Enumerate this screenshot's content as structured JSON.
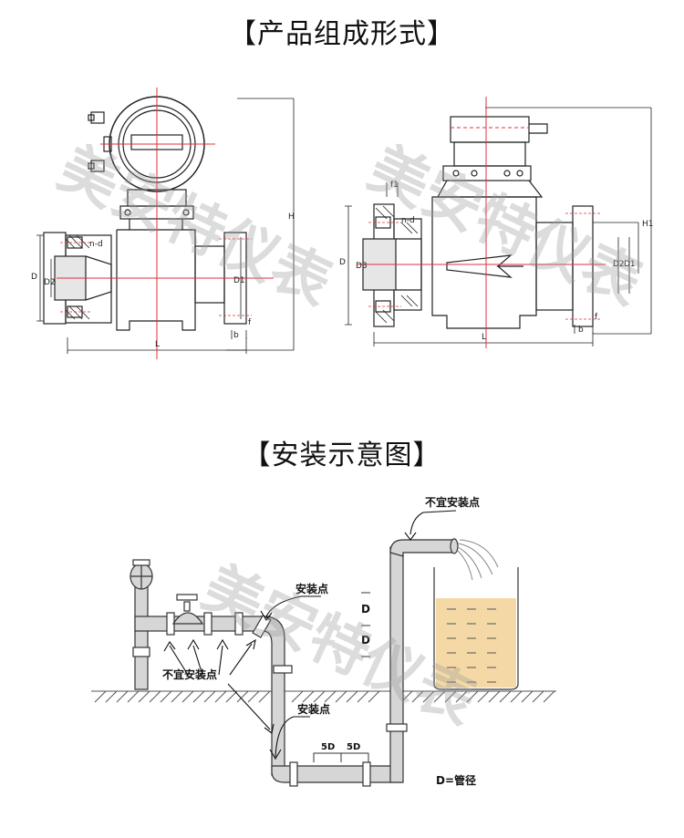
{
  "section_titles": {
    "product": "【产品组成形式】",
    "install": "【安装示意图】"
  },
  "watermark": "美安特仪表",
  "dimension_labels": {
    "left": {
      "D": "D",
      "D2": "D2",
      "D1": "D1",
      "nd": "n-d",
      "L": "L",
      "H": "H",
      "b": "b",
      "f": "f"
    },
    "right": {
      "D": "D",
      "D3": "D3",
      "D2": "D2",
      "D1": "D1",
      "nd": "n-d",
      "L": "L",
      "H1": "H1",
      "f1": "f1",
      "b": "b",
      "f": "f"
    }
  },
  "install_labels": {
    "not_recommended_top": "不宜安装点",
    "recommended_upper": "安装点",
    "not_recommended_left": "不宜安装点",
    "recommended_lower": "安装点",
    "d_upper": "D",
    "d_lower": "D",
    "five_d_left": "5D",
    "five_d_right": "5D",
    "legend": "D=管径"
  },
  "colors": {
    "pipe_fill": "#d6d6d6",
    "pipe_stroke": "#333333",
    "liquid": "#f4d9a6",
    "centerline": "#e0303a",
    "ground": "#555555"
  }
}
